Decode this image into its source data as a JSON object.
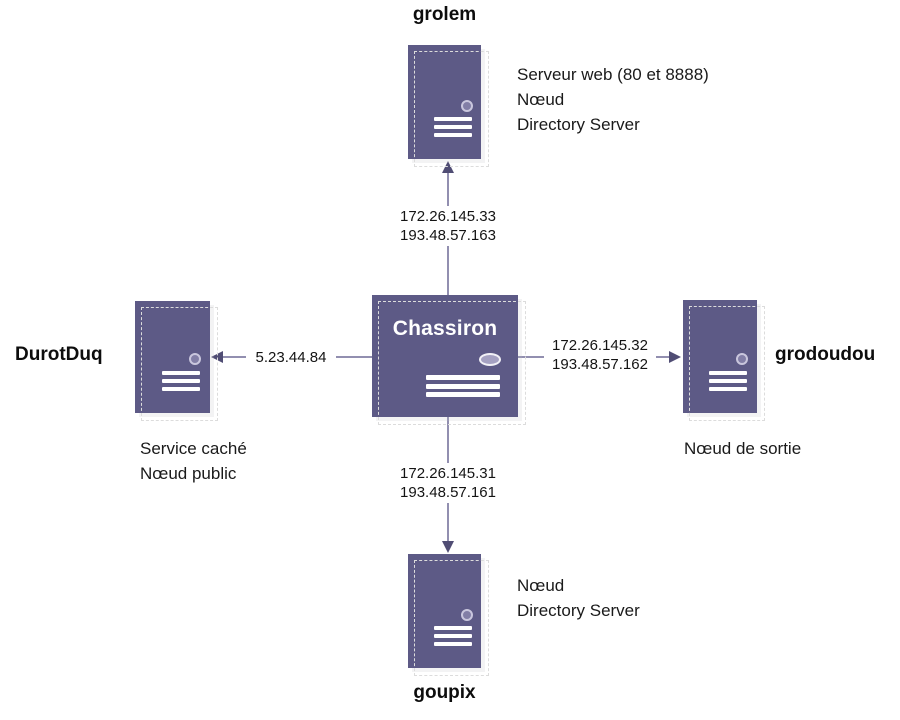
{
  "diagram_type": "network-topology",
  "nodes": {
    "grolem": {
      "title": "grolem",
      "annotations": [
        "Serveur web (80 et 8888)",
        "Nœud",
        "Directory Server"
      ]
    },
    "durotduq": {
      "title": "DurotDuq",
      "annotations": [
        "Service caché",
        "Nœud public"
      ]
    },
    "chassiron": {
      "title": "Chassiron",
      "annotations": []
    },
    "grodoudou": {
      "title": "grodoudou",
      "annotations": [
        "Nœud de sortie"
      ]
    },
    "goupix": {
      "title": "goupix",
      "annotations": [
        "Nœud",
        "Directory Server"
      ]
    }
  },
  "connections": {
    "to_grolem": {
      "from": "Chassiron",
      "to": "grolem",
      "direction": "up",
      "labels": [
        "172.26.145.33",
        "193.48.57.163"
      ]
    },
    "to_durotduq": {
      "from": "Chassiron",
      "to": "DurotDuq",
      "direction": "left",
      "labels": [
        "5.23.44.84"
      ]
    },
    "to_grodoudou": {
      "from": "Chassiron",
      "to": "grodoudou",
      "direction": "right",
      "labels": [
        "172.26.145.32",
        "193.48.57.162"
      ]
    },
    "to_goupix": {
      "from": "Chassiron",
      "to": "goupix",
      "direction": "down",
      "labels": [
        "172.26.145.31",
        "193.48.57.161"
      ]
    }
  },
  "colors": {
    "server_fill": "#5d5a86",
    "connector_line": "#928fb0",
    "arrowhead": "#504d74",
    "text": "#1a1a1a",
    "chassiron_title_text": "#ffffff"
  }
}
